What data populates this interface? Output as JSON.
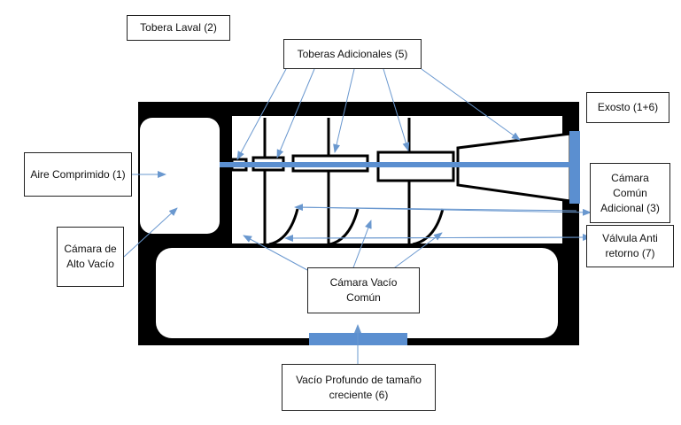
{
  "labels": {
    "tobera_laval": "Tobera Laval (2)",
    "toberas_adicionales": "Toberas Adicionales (5)",
    "exosto": "Exosto (1+6)",
    "aire_comprimido": "Aire Comprimido (1)",
    "camara_comun_adicional": "Cámara Común Adicional (3)",
    "camara_alto_vacio": "Cámara de Alto Vacío",
    "valvula_anti_retorno": "Válvula Anti retorno (7)",
    "camara_vacio_comun": "Cámara Vacío Común",
    "vacio_profundo": "Vacío Profundo de tamaño creciente (6)"
  },
  "colors": {
    "outline": "#000000",
    "accent": "#5b8fd0",
    "arrow": "#6a98cf",
    "label_border": "#222222"
  }
}
